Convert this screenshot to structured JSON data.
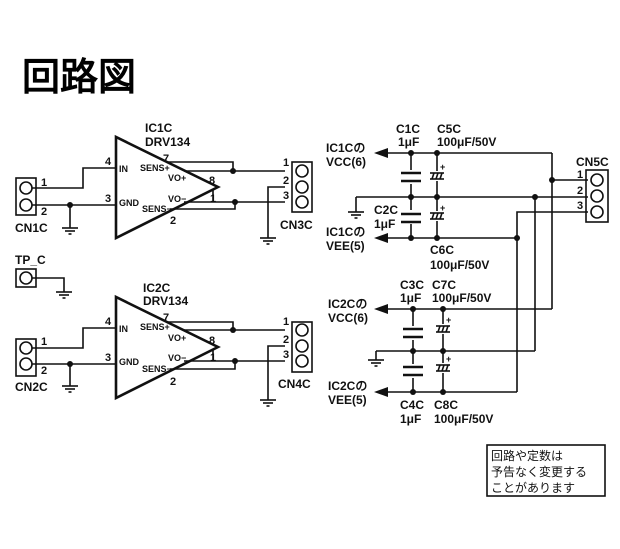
{
  "title": "回路図",
  "colors": {
    "ink": "#111111",
    "background": "#ffffff"
  },
  "amplifiers": [
    {
      "ref": "IC1C",
      "part": "DRV134",
      "pins": {
        "in": "4",
        "gnd": "3",
        "sens_plus": "7",
        "vo_plus": "8",
        "vo_minus": "1",
        "sens_minus": "2"
      },
      "pin_labels": {
        "in": "IN",
        "gnd": "GND",
        "sens_plus": "SENS+",
        "vo_plus": "VO+",
        "vo_minus": "VO−",
        "sens_minus": "SENS−"
      },
      "input_connector": {
        "ref": "CN1C",
        "pins": [
          "1",
          "2"
        ]
      },
      "output_connector": {
        "ref": "CN3C",
        "pins": [
          "1",
          "2",
          "3"
        ]
      }
    },
    {
      "ref": "IC2C",
      "part": "DRV134",
      "pins": {
        "in": "4",
        "gnd": "3",
        "sens_plus": "7",
        "vo_plus": "8",
        "vo_minus": "1",
        "sens_minus": "2"
      },
      "pin_labels": {
        "in": "IN",
        "gnd": "GND",
        "sens_plus": "SENS+",
        "vo_plus": "VO+",
        "vo_minus": "VO−",
        "sens_minus": "SENS−"
      },
      "input_connector": {
        "ref": "CN2C",
        "pins": [
          "1",
          "2"
        ]
      },
      "output_connector": {
        "ref": "CN4C",
        "pins": [
          "1",
          "2",
          "3"
        ]
      }
    }
  ],
  "test_point": {
    "ref": "TP_C"
  },
  "power": {
    "connector": {
      "ref": "CN5C",
      "pins": [
        "1",
        "2",
        "3"
      ]
    },
    "rails": [
      {
        "line1": "IC1Cの",
        "line2": "VCC(6)"
      },
      {
        "line1": "IC1Cの",
        "line2": "VEE(5)"
      },
      {
        "line1": "IC2Cの",
        "line2": "VCC(6)"
      },
      {
        "line1": "IC2Cの",
        "line2": "VEE(5)"
      }
    ],
    "capacitors": [
      {
        "ref": "C1C",
        "value": "1μF"
      },
      {
        "ref": "C5C",
        "value": "100μF/50V"
      },
      {
        "ref": "C2C",
        "value": "1μF"
      },
      {
        "ref": "C6C",
        "value": "100μF/50V"
      },
      {
        "ref": "C3C",
        "value": "1μF"
      },
      {
        "ref": "C7C",
        "value": "100μF/50V"
      },
      {
        "ref": "C4C",
        "value": "1μF"
      },
      {
        "ref": "C8C",
        "value": "100μF/50V"
      }
    ],
    "polarity_mark": "+"
  },
  "notice": {
    "line1": "回路や定数は",
    "line2": "予告なく変更する",
    "line3": "ことがあります"
  }
}
